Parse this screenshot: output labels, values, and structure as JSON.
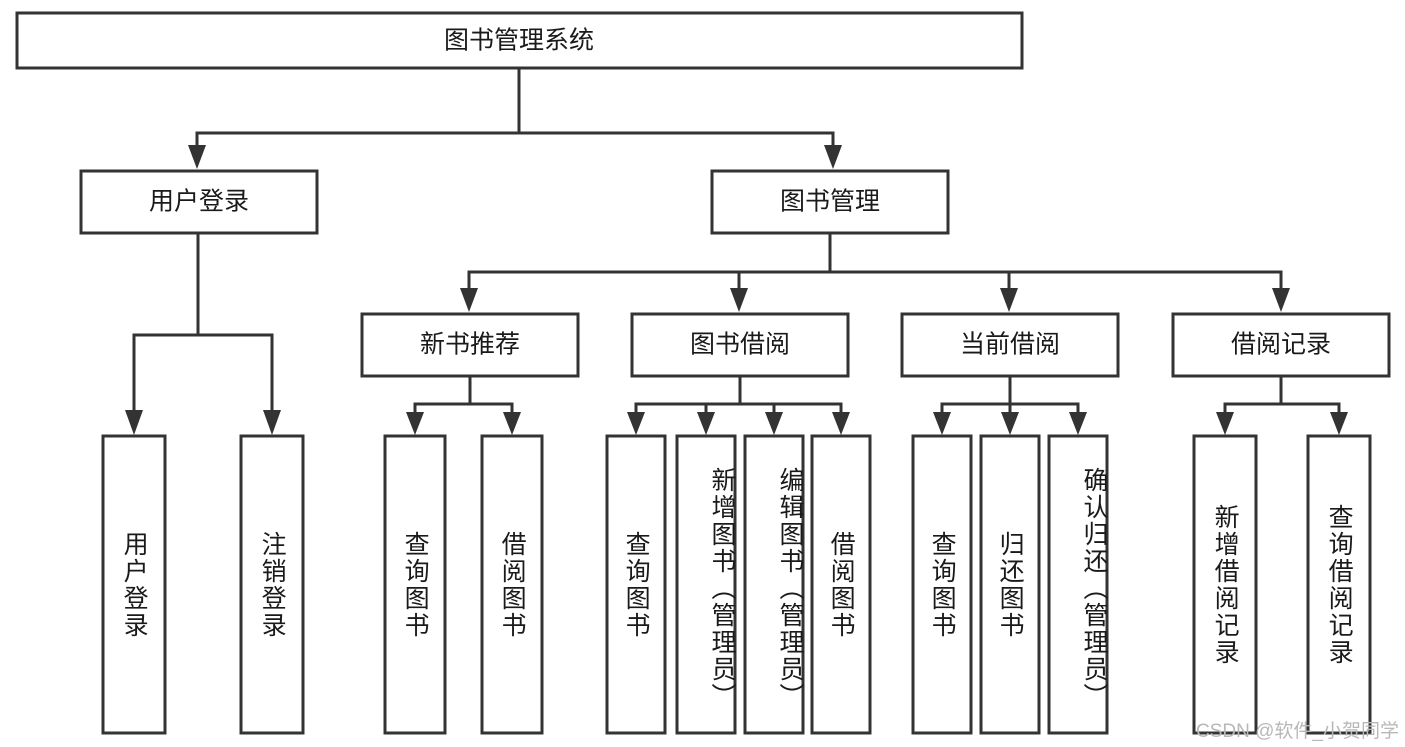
{
  "diagram": {
    "title": "图书管理系统",
    "type": "tree",
    "watermark": "CSDN @软件_小贺同学",
    "colors": {
      "box_stroke": "#333333",
      "box_fill": "#ffffff",
      "text": "#1a1a1a",
      "background": "#ffffff",
      "watermark": "#b8b8b8"
    },
    "nodes": {
      "root": "图书管理系统",
      "level2": {
        "user_login": "用户登录",
        "book_manage": "图书管理"
      },
      "level3": {
        "new_book_rec": "新书推荐",
        "book_borrow": "图书借阅",
        "current_borrow": "当前借阅",
        "borrow_record": "借阅记录"
      },
      "leaves": {
        "login_user_login": "用户登录",
        "login_logout": "注销登录",
        "rec_query_book": "查询图书",
        "rec_borrow_book": "借阅图书",
        "borrow_query_book": "查询图书",
        "borrow_add_book": "新增图书（管理员）",
        "borrow_edit_book": "编辑图书（管理员）",
        "borrow_borrow_book": "借阅图书",
        "cur_query_book": "查询图书",
        "cur_return_book": "归还图书",
        "cur_confirm_return": "确认归还（管理员）",
        "rec_add_record": "新增借阅记录",
        "rec_query_record": "查询借阅记录"
      }
    },
    "edges": [
      {
        "from": "图书管理系统",
        "to": "用户登录"
      },
      {
        "from": "图书管理系统",
        "to": "图书管理"
      },
      {
        "from": "用户登录",
        "to": "用户登录"
      },
      {
        "from": "用户登录",
        "to": "注销登录"
      },
      {
        "from": "图书管理",
        "to": "新书推荐"
      },
      {
        "from": "图书管理",
        "to": "图书借阅"
      },
      {
        "from": "图书管理",
        "to": "当前借阅"
      },
      {
        "from": "图书管理",
        "to": "借阅记录"
      },
      {
        "from": "新书推荐",
        "to": "查询图书"
      },
      {
        "from": "新书推荐",
        "to": "借阅图书"
      },
      {
        "from": "图书借阅",
        "to": "查询图书"
      },
      {
        "from": "图书借阅",
        "to": "新增图书（管理员）"
      },
      {
        "from": "图书借阅",
        "to": "编辑图书（管理员）"
      },
      {
        "from": "图书借阅",
        "to": "借阅图书"
      },
      {
        "from": "当前借阅",
        "to": "查询图书"
      },
      {
        "from": "当前借阅",
        "to": "归还图书"
      },
      {
        "from": "当前借阅",
        "to": "确认归还（管理员）"
      },
      {
        "from": "借阅记录",
        "to": "新增借阅记录"
      },
      {
        "from": "借阅记录",
        "to": "查询借阅记录"
      }
    ]
  }
}
